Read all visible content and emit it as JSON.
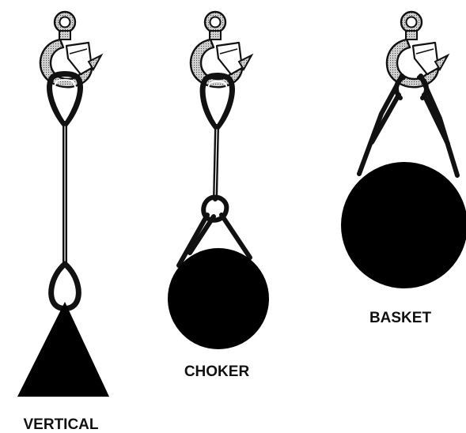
{
  "figure": {
    "hitches": [
      {
        "label": "VERTICAL"
      },
      {
        "label": "CHOKER"
      },
      {
        "label": "BASKET"
      }
    ]
  }
}
